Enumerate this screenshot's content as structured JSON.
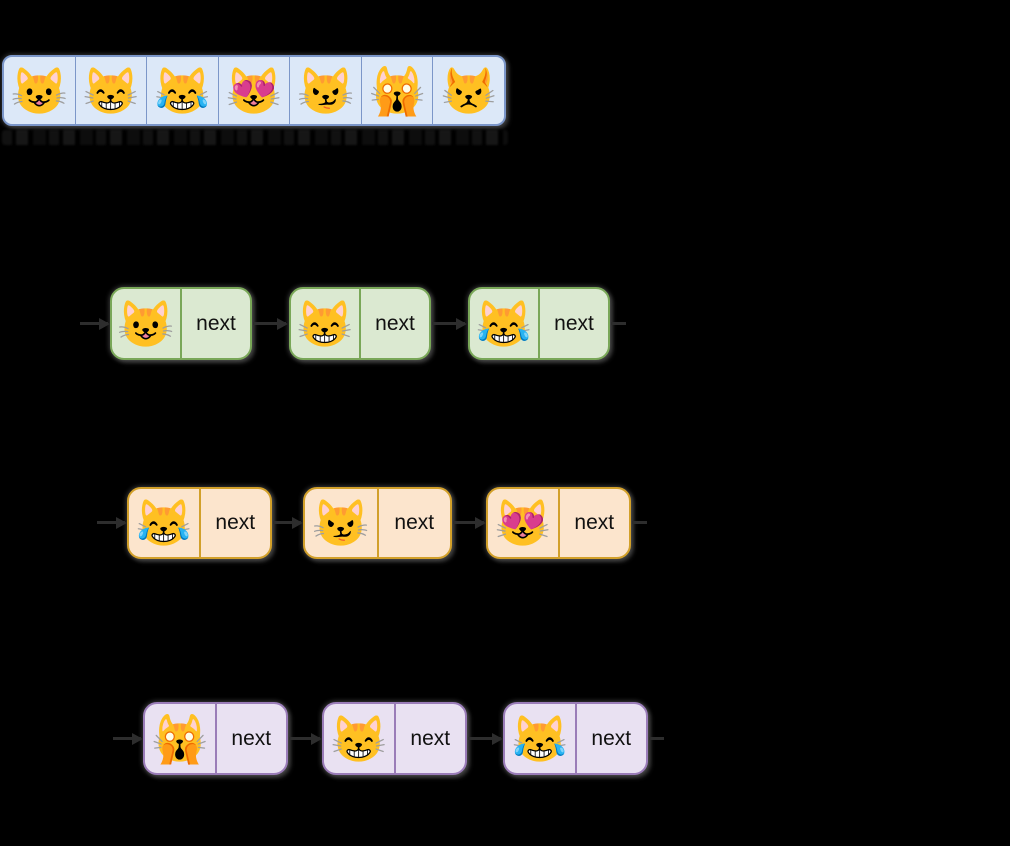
{
  "palette": {
    "background": "#000000",
    "array_fill": "#dce8f8",
    "array_border": "#7b96c9",
    "green_fill": "#dbe9d1",
    "green_border": "#79a758",
    "orange_fill": "#fce5cd",
    "orange_border": "#d2a02a",
    "purple_fill": "#e9e1f2",
    "purple_border": "#9a7cb8",
    "arrow": "#2d2d2d",
    "label_text": "#111111"
  },
  "array": {
    "cells": [
      "😺",
      "😸",
      "😹",
      "😻",
      "😼",
      "🙀",
      "😾"
    ]
  },
  "lists": [
    {
      "id": "green-linked-list",
      "nodes": [
        {
          "emoji": "😺",
          "next_label": "next"
        },
        {
          "emoji": "😸",
          "next_label": "next"
        },
        {
          "emoji": "😹",
          "next_label": "next"
        }
      ]
    },
    {
      "id": "orange-linked-list",
      "nodes": [
        {
          "emoji": "😹",
          "next_label": "next"
        },
        {
          "emoji": "😼",
          "next_label": "next"
        },
        {
          "emoji": "😻",
          "next_label": "next"
        }
      ]
    },
    {
      "id": "purple-linked-list",
      "nodes": [
        {
          "emoji": "🙀",
          "next_label": "next"
        },
        {
          "emoji": "😸",
          "next_label": "next"
        },
        {
          "emoji": "😹",
          "next_label": "next"
        }
      ]
    }
  ]
}
